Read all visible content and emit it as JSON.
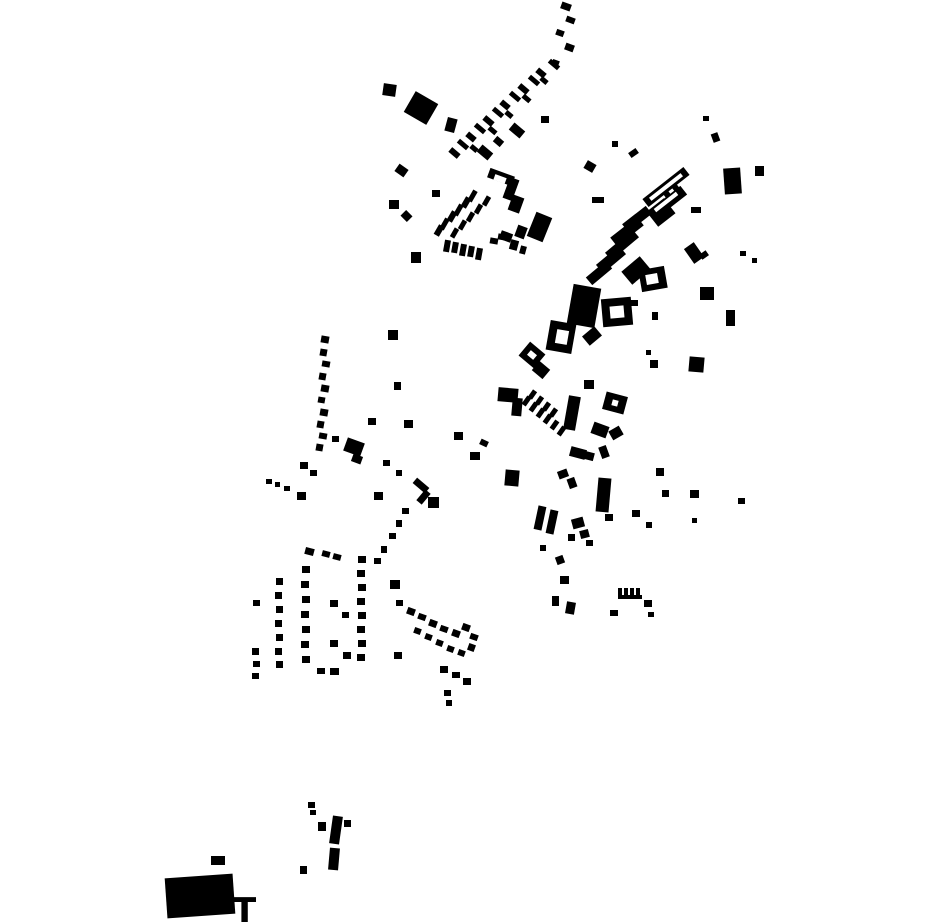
{
  "map": {
    "background_color": "#ffffff",
    "building_color": "#000000",
    "label_glyph": "T"
  },
  "buildings": [
    [
      561,
      3,
      10,
      7,
      20
    ],
    [
      566,
      17,
      9,
      6,
      20
    ],
    [
      556,
      30,
      8,
      6,
      20
    ],
    [
      565,
      44,
      9,
      7,
      20
    ],
    [
      552,
      60,
      7,
      6,
      20
    ],
    [
      541,
      116,
      8,
      7,
      0
    ],
    [
      548,
      62,
      12,
      5,
      40
    ],
    [
      536,
      70,
      10,
      6,
      40
    ],
    [
      528,
      78,
      12,
      5,
      40
    ],
    [
      518,
      86,
      11,
      6,
      40
    ],
    [
      509,
      94,
      12,
      5,
      40
    ],
    [
      500,
      102,
      10,
      6,
      40
    ],
    [
      492,
      110,
      12,
      5,
      40
    ],
    [
      483,
      118,
      11,
      6,
      40
    ],
    [
      474,
      126,
      12,
      5,
      40
    ],
    [
      466,
      134,
      10,
      6,
      40
    ],
    [
      457,
      142,
      12,
      5,
      40
    ],
    [
      449,
      150,
      11,
      6,
      40
    ],
    [
      540,
      78,
      8,
      5,
      40
    ],
    [
      522,
      96,
      9,
      5,
      40
    ],
    [
      505,
      112,
      8,
      5,
      40
    ],
    [
      488,
      128,
      9,
      5,
      40
    ],
    [
      470,
      146,
      8,
      5,
      40
    ],
    [
      408,
      96,
      26,
      24,
      30
    ],
    [
      383,
      84,
      13,
      12,
      8
    ],
    [
      446,
      118,
      10,
      14,
      15
    ],
    [
      478,
      148,
      14,
      9,
      40
    ],
    [
      494,
      138,
      9,
      7,
      40
    ],
    [
      510,
      126,
      14,
      9,
      40
    ],
    [
      488,
      172,
      26,
      10,
      20
    ],
    [
      506,
      178,
      10,
      22,
      20
    ],
    [
      531,
      214,
      17,
      26,
      22
    ],
    [
      510,
      196,
      12,
      16,
      20
    ],
    [
      516,
      226,
      10,
      12,
      20
    ],
    [
      500,
      232,
      12,
      9,
      20
    ],
    [
      470,
      190,
      5,
      12,
      30
    ],
    [
      463,
      197,
      6,
      11,
      30
    ],
    [
      456,
      204,
      5,
      12,
      30
    ],
    [
      449,
      211,
      6,
      11,
      30
    ],
    [
      442,
      218,
      5,
      12,
      30
    ],
    [
      436,
      225,
      6,
      11,
      30
    ],
    [
      452,
      228,
      5,
      10,
      30
    ],
    [
      460,
      220,
      5,
      10,
      30
    ],
    [
      468,
      212,
      5,
      10,
      30
    ],
    [
      476,
      204,
      5,
      10,
      30
    ],
    [
      484,
      196,
      5,
      10,
      30
    ],
    [
      444,
      240,
      6,
      12,
      10
    ],
    [
      452,
      242,
      6,
      11,
      10
    ],
    [
      460,
      244,
      6,
      12,
      10
    ],
    [
      468,
      246,
      6,
      11,
      10
    ],
    [
      476,
      248,
      6,
      12,
      10
    ],
    [
      490,
      238,
      8,
      6,
      10
    ],
    [
      498,
      234,
      8,
      6,
      10
    ],
    [
      510,
      240,
      8,
      10,
      15
    ],
    [
      520,
      246,
      6,
      8,
      15
    ],
    [
      396,
      166,
      11,
      9,
      35
    ],
    [
      389,
      200,
      10,
      9,
      0
    ],
    [
      402,
      212,
      9,
      8,
      45
    ],
    [
      411,
      252,
      10,
      11,
      0
    ],
    [
      432,
      190,
      8,
      7,
      0
    ],
    [
      585,
      162,
      10,
      9,
      30
    ],
    [
      592,
      197,
      12,
      6,
      0
    ],
    [
      612,
      141,
      6,
      6,
      0
    ],
    [
      629,
      150,
      9,
      6,
      -35
    ],
    [
      703,
      116,
      6,
      5,
      0
    ],
    [
      712,
      133,
      7,
      9,
      -20
    ],
    [
      755,
      166,
      9,
      10,
      0
    ],
    [
      724,
      168,
      17,
      26,
      -4
    ],
    [
      691,
      207,
      10,
      6,
      0
    ],
    [
      640,
      182,
      52,
      10,
      -38
    ],
    [
      648,
      197,
      40,
      11,
      -38
    ],
    [
      650,
      203,
      22,
      19,
      -38
    ],
    [
      622,
      214,
      30,
      10,
      -38
    ],
    [
      610,
      226,
      34,
      11,
      -38
    ],
    [
      663,
      188,
      6,
      10,
      -38
    ],
    [
      672,
      182,
      6,
      10,
      -38
    ],
    [
      604,
      240,
      36,
      10,
      -40
    ],
    [
      596,
      254,
      30,
      11,
      -40
    ],
    [
      624,
      262,
      24,
      17,
      -40
    ],
    [
      586,
      268,
      26,
      10,
      -40
    ],
    [
      640,
      268,
      26,
      22,
      -10
    ],
    [
      570,
      286,
      28,
      40,
      10
    ],
    [
      602,
      298,
      30,
      28,
      -5
    ],
    [
      548,
      322,
      26,
      30,
      10
    ],
    [
      522,
      346,
      20,
      18,
      40
    ],
    [
      534,
      364,
      14,
      12,
      40
    ],
    [
      584,
      330,
      16,
      12,
      -40
    ],
    [
      630,
      300,
      8,
      6,
      0
    ],
    [
      652,
      312,
      6,
      8,
      0
    ],
    [
      688,
      244,
      12,
      18,
      -35
    ],
    [
      700,
      252,
      8,
      6,
      -35
    ],
    [
      700,
      287,
      14,
      13,
      0
    ],
    [
      726,
      310,
      9,
      16,
      0
    ],
    [
      740,
      251,
      6,
      5,
      0
    ],
    [
      752,
      258,
      5,
      5,
      0
    ],
    [
      689,
      357,
      15,
      15,
      5
    ],
    [
      650,
      360,
      8,
      8,
      0
    ],
    [
      646,
      350,
      5,
      5,
      0
    ],
    [
      498,
      388,
      20,
      14,
      5
    ],
    [
      512,
      398,
      10,
      18,
      5
    ],
    [
      524,
      396,
      5,
      10,
      35
    ],
    [
      531,
      402,
      5,
      10,
      35
    ],
    [
      538,
      408,
      5,
      10,
      35
    ],
    [
      545,
      414,
      5,
      10,
      35
    ],
    [
      552,
      420,
      5,
      10,
      35
    ],
    [
      559,
      426,
      5,
      10,
      35
    ],
    [
      530,
      390,
      5,
      9,
      35
    ],
    [
      537,
      396,
      5,
      9,
      35
    ],
    [
      544,
      402,
      5,
      9,
      35
    ],
    [
      551,
      408,
      5,
      9,
      35
    ],
    [
      566,
      396,
      12,
      34,
      10
    ],
    [
      584,
      380,
      10,
      9,
      0
    ],
    [
      604,
      394,
      22,
      18,
      15
    ],
    [
      592,
      424,
      16,
      12,
      20
    ],
    [
      610,
      428,
      12,
      10,
      -30
    ],
    [
      570,
      448,
      16,
      10,
      15
    ],
    [
      584,
      452,
      10,
      8,
      15
    ],
    [
      600,
      446,
      8,
      12,
      -20
    ],
    [
      505,
      470,
      14,
      16,
      5
    ],
    [
      470,
      452,
      10,
      8,
      0
    ],
    [
      480,
      440,
      8,
      6,
      25
    ],
    [
      454,
      432,
      9,
      8,
      0
    ],
    [
      321,
      336,
      8,
      7,
      10
    ],
    [
      320,
      349,
      7,
      7,
      10
    ],
    [
      322,
      361,
      8,
      6,
      10
    ],
    [
      319,
      373,
      7,
      7,
      10
    ],
    [
      321,
      385,
      8,
      7,
      10
    ],
    [
      318,
      397,
      7,
      6,
      10
    ],
    [
      320,
      409,
      8,
      7,
      10
    ],
    [
      317,
      421,
      7,
      7,
      10
    ],
    [
      319,
      433,
      8,
      6,
      10
    ],
    [
      316,
      444,
      7,
      7,
      10
    ],
    [
      388,
      330,
      10,
      10,
      0
    ],
    [
      394,
      382,
      7,
      8,
      0
    ],
    [
      404,
      420,
      9,
      8,
      0
    ],
    [
      368,
      418,
      8,
      7,
      0
    ],
    [
      345,
      440,
      18,
      14,
      20
    ],
    [
      352,
      455,
      10,
      8,
      20
    ],
    [
      332,
      436,
      7,
      6,
      0
    ],
    [
      300,
      462,
      8,
      7,
      0
    ],
    [
      310,
      470,
      7,
      6,
      0
    ],
    [
      266,
      479,
      6,
      5,
      0
    ],
    [
      275,
      482,
      5,
      5,
      0
    ],
    [
      284,
      486,
      6,
      5,
      0
    ],
    [
      297,
      492,
      9,
      8,
      0
    ],
    [
      374,
      492,
      9,
      8,
      0
    ],
    [
      413,
      482,
      16,
      7,
      40
    ],
    [
      420,
      490,
      7,
      14,
      40
    ],
    [
      428,
      497,
      11,
      11,
      0
    ],
    [
      383,
      460,
      7,
      6,
      0
    ],
    [
      396,
      470,
      6,
      6,
      0
    ],
    [
      402,
      508,
      7,
      6,
      0
    ],
    [
      396,
      520,
      6,
      7,
      0
    ],
    [
      389,
      533,
      7,
      6,
      0
    ],
    [
      381,
      546,
      6,
      7,
      0
    ],
    [
      374,
      558,
      7,
      6,
      0
    ],
    [
      358,
      556,
      8,
      7,
      0
    ],
    [
      357,
      570,
      8,
      7,
      0
    ],
    [
      358,
      584,
      8,
      7,
      0
    ],
    [
      357,
      598,
      8,
      7,
      0
    ],
    [
      358,
      612,
      8,
      7,
      0
    ],
    [
      357,
      626,
      8,
      7,
      0
    ],
    [
      358,
      640,
      8,
      7,
      0
    ],
    [
      357,
      654,
      8,
      7,
      0
    ],
    [
      302,
      566,
      8,
      7,
      0
    ],
    [
      301,
      581,
      8,
      7,
      0
    ],
    [
      302,
      596,
      8,
      7,
      0
    ],
    [
      301,
      611,
      8,
      7,
      0
    ],
    [
      302,
      626,
      8,
      7,
      0
    ],
    [
      301,
      641,
      8,
      7,
      0
    ],
    [
      302,
      656,
      8,
      7,
      0
    ],
    [
      276,
      578,
      7,
      7,
      0
    ],
    [
      275,
      592,
      7,
      7,
      0
    ],
    [
      276,
      606,
      7,
      7,
      0
    ],
    [
      275,
      620,
      7,
      7,
      0
    ],
    [
      276,
      634,
      7,
      7,
      0
    ],
    [
      275,
      648,
      7,
      7,
      0
    ],
    [
      276,
      661,
      7,
      7,
      0
    ],
    [
      253,
      600,
      7,
      6,
      0
    ],
    [
      252,
      648,
      7,
      7,
      0
    ],
    [
      253,
      661,
      7,
      6,
      0
    ],
    [
      252,
      673,
      7,
      6,
      0
    ],
    [
      305,
      548,
      9,
      7,
      15
    ],
    [
      322,
      551,
      8,
      6,
      15
    ],
    [
      333,
      554,
      8,
      6,
      15
    ],
    [
      330,
      600,
      8,
      7,
      0
    ],
    [
      342,
      612,
      7,
      6,
      0
    ],
    [
      330,
      640,
      8,
      7,
      0
    ],
    [
      343,
      652,
      8,
      7,
      0
    ],
    [
      317,
      668,
      8,
      6,
      0
    ],
    [
      330,
      668,
      9,
      7,
      0
    ],
    [
      390,
      580,
      10,
      9,
      0
    ],
    [
      396,
      600,
      7,
      6,
      0
    ],
    [
      407,
      608,
      8,
      7,
      20
    ],
    [
      418,
      614,
      8,
      6,
      20
    ],
    [
      429,
      620,
      8,
      7,
      20
    ],
    [
      440,
      626,
      8,
      6,
      20
    ],
    [
      452,
      630,
      8,
      7,
      20
    ],
    [
      462,
      624,
      8,
      7,
      20
    ],
    [
      470,
      634,
      8,
      6,
      20
    ],
    [
      414,
      628,
      7,
      6,
      20
    ],
    [
      425,
      634,
      7,
      6,
      20
    ],
    [
      436,
      640,
      7,
      6,
      20
    ],
    [
      447,
      646,
      7,
      6,
      20
    ],
    [
      458,
      650,
      7,
      6,
      20
    ],
    [
      468,
      644,
      7,
      7,
      20
    ],
    [
      440,
      666,
      8,
      7,
      0
    ],
    [
      452,
      672,
      8,
      6,
      0
    ],
    [
      463,
      678,
      8,
      7,
      0
    ],
    [
      444,
      690,
      7,
      6,
      0
    ],
    [
      446,
      700,
      6,
      6,
      0
    ],
    [
      394,
      652,
      8,
      7,
      0
    ],
    [
      558,
      470,
      10,
      8,
      -20
    ],
    [
      568,
      478,
      8,
      10,
      -20
    ],
    [
      536,
      506,
      8,
      24,
      12
    ],
    [
      548,
      510,
      8,
      24,
      12
    ],
    [
      597,
      478,
      13,
      34,
      5
    ],
    [
      605,
      514,
      8,
      7,
      0
    ],
    [
      572,
      518,
      12,
      10,
      -15
    ],
    [
      580,
      530,
      9,
      8,
      -15
    ],
    [
      568,
      534,
      7,
      7,
      0
    ],
    [
      586,
      540,
      7,
      6,
      0
    ],
    [
      632,
      510,
      8,
      7,
      0
    ],
    [
      656,
      468,
      8,
      8,
      0
    ],
    [
      662,
      490,
      7,
      7,
      0
    ],
    [
      690,
      490,
      9,
      8,
      0
    ],
    [
      738,
      498,
      7,
      6,
      0
    ],
    [
      646,
      522,
      6,
      6,
      0
    ],
    [
      692,
      518,
      5,
      5,
      0
    ],
    [
      540,
      545,
      6,
      6,
      0
    ],
    [
      556,
      556,
      8,
      8,
      -20
    ],
    [
      560,
      576,
      9,
      8,
      0
    ],
    [
      552,
      596,
      7,
      10,
      0
    ],
    [
      566,
      602,
      9,
      12,
      10
    ],
    [
      618,
      588,
      4,
      7,
      0
    ],
    [
      624,
      588,
      4,
      7,
      0
    ],
    [
      630,
      588,
      4,
      7,
      0
    ],
    [
      636,
      588,
      4,
      7,
      0
    ],
    [
      618,
      595,
      24,
      4,
      0
    ],
    [
      644,
      600,
      8,
      7,
      0
    ],
    [
      610,
      610,
      8,
      6,
      0
    ],
    [
      648,
      612,
      6,
      5,
      0
    ],
    [
      308,
      802,
      7,
      6,
      0
    ],
    [
      310,
      810,
      6,
      5,
      0
    ],
    [
      318,
      822,
      8,
      9,
      0
    ],
    [
      331,
      816,
      10,
      28,
      8
    ],
    [
      344,
      820,
      7,
      7,
      0
    ],
    [
      329,
      848,
      10,
      22,
      5
    ],
    [
      300,
      866,
      7,
      8,
      0
    ],
    [
      211,
      856,
      14,
      9,
      0
    ],
    [
      166,
      876,
      68,
      40,
      -4
    ]
  ],
  "courtyards": [
    [
      646,
      185,
      40,
      4,
      -38
    ],
    [
      652,
      200,
      28,
      4,
      -38
    ],
    [
      494,
      176,
      12,
      6,
      20
    ],
    [
      646,
      274,
      12,
      10,
      -10
    ],
    [
      610,
      306,
      14,
      12,
      -5
    ],
    [
      556,
      330,
      12,
      14,
      10
    ],
    [
      528,
      352,
      8,
      6,
      40
    ],
    [
      612,
      400,
      6,
      6,
      15
    ]
  ]
}
